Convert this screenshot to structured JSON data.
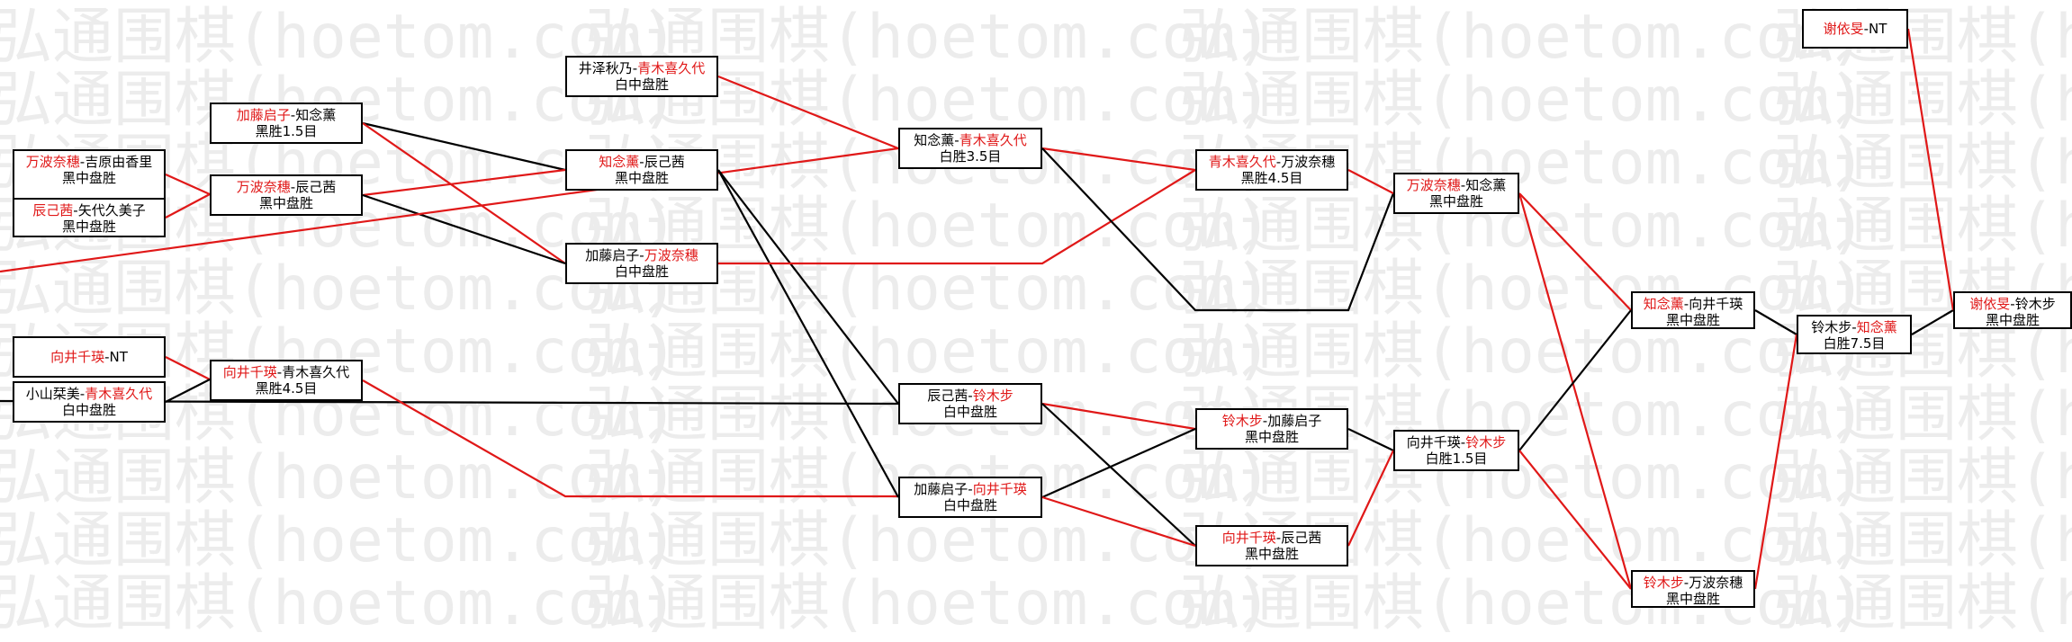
{
  "watermark": "弘通围棋(hoetom.com)",
  "colors": {
    "winner": "#e01818",
    "line": "#000000",
    "win_line": "#e01818"
  },
  "matches": [
    {
      "id": "m01",
      "p1": "万波奈穗",
      "p2": "吉原由香里",
      "sep": "-",
      "result": "黑中盘胜",
      "winner": 1
    },
    {
      "id": "m02",
      "p1": "辰己茜",
      "p2": "矢代久美子",
      "sep": "-",
      "result": "黑中盘胜",
      "winner": 1
    },
    {
      "id": "m03",
      "p1": "向井千瑛",
      "p2": "NT",
      "sep": "-",
      "result": "",
      "winner": 1
    },
    {
      "id": "m04",
      "p1": "小山栞美",
      "p2": "青木喜久代",
      "sep": "-",
      "result": "白中盘胜",
      "winner": 2
    },
    {
      "id": "m05",
      "p1": "加藤启子",
      "p2": "知念薰",
      "sep": "-",
      "result": "黑胜1.5目",
      "winner": 1
    },
    {
      "id": "m06",
      "p1": "万波奈穗",
      "p2": "辰己茜",
      "sep": "-",
      "result": "黑中盘胜",
      "winner": 1
    },
    {
      "id": "m07",
      "p1": "向井千瑛",
      "p2": "青木喜久代",
      "sep": "-",
      "result": "黑胜4.5目",
      "winner": 1
    },
    {
      "id": "m08",
      "p1": "井泽秋乃",
      "p2": "青木喜久代",
      "sep": "-",
      "result": "白中盘胜",
      "winner": 2
    },
    {
      "id": "m09",
      "p1": "知念薰",
      "p2": "辰己茜",
      "sep": "-",
      "result": "黑中盘胜",
      "winner": 1
    },
    {
      "id": "m10",
      "p1": "加藤启子",
      "p2": "万波奈穗",
      "sep": "-",
      "result": "白中盘胜",
      "winner": 2
    },
    {
      "id": "m11",
      "p1": "知念薰",
      "p2": "青木喜久代",
      "sep": "-",
      "result": "白胜3.5目",
      "winner": 2
    },
    {
      "id": "m12",
      "p1": "辰己茜",
      "p2": "铃木步",
      "sep": "-",
      "result": "白中盘胜",
      "winner": 2
    },
    {
      "id": "m13",
      "p1": "加藤启子",
      "p2": "向井千瑛",
      "sep": "-",
      "result": "白中盘胜",
      "winner": 2
    },
    {
      "id": "m14",
      "p1": "青木喜久代",
      "p2": "万波奈穗",
      "sep": "-",
      "result": "黑胜4.5目",
      "winner": 1
    },
    {
      "id": "m15",
      "p1": "铃木步",
      "p2": "加藤启子",
      "sep": "-",
      "result": "黑中盘胜",
      "winner": 1
    },
    {
      "id": "m16",
      "p1": "向井千瑛",
      "p2": "辰己茜",
      "sep": "-",
      "result": "黑中盘胜",
      "winner": 1
    },
    {
      "id": "m17",
      "p1": "万波奈穗",
      "p2": "知念薰",
      "sep": "-",
      "result": "黑中盘胜",
      "winner": 1
    },
    {
      "id": "m18",
      "p1": "向井千瑛",
      "p2": "铃木步",
      "sep": "-",
      "result": "白胜1.5目",
      "winner": 2
    },
    {
      "id": "m19",
      "p1": "知念薰",
      "p2": "向井千瑛",
      "sep": "-",
      "result": "黑中盘胜",
      "winner": 1
    },
    {
      "id": "m20",
      "p1": "铃木步",
      "p2": "万波奈穗",
      "sep": "-",
      "result": "黑中盘胜",
      "winner": 1
    },
    {
      "id": "m21",
      "p1": "铃木步",
      "p2": "知念薰",
      "sep": "-",
      "result": "白胜7.5目",
      "winner": 2
    },
    {
      "id": "m22",
      "p1": "谢依旻",
      "p2": "NT",
      "sep": "-",
      "result": "",
      "winner": 1
    },
    {
      "id": "m23",
      "p1": "谢依旻",
      "p2": "铃木步",
      "sep": "-",
      "result": "黑中盘胜",
      "winner": 1
    }
  ]
}
